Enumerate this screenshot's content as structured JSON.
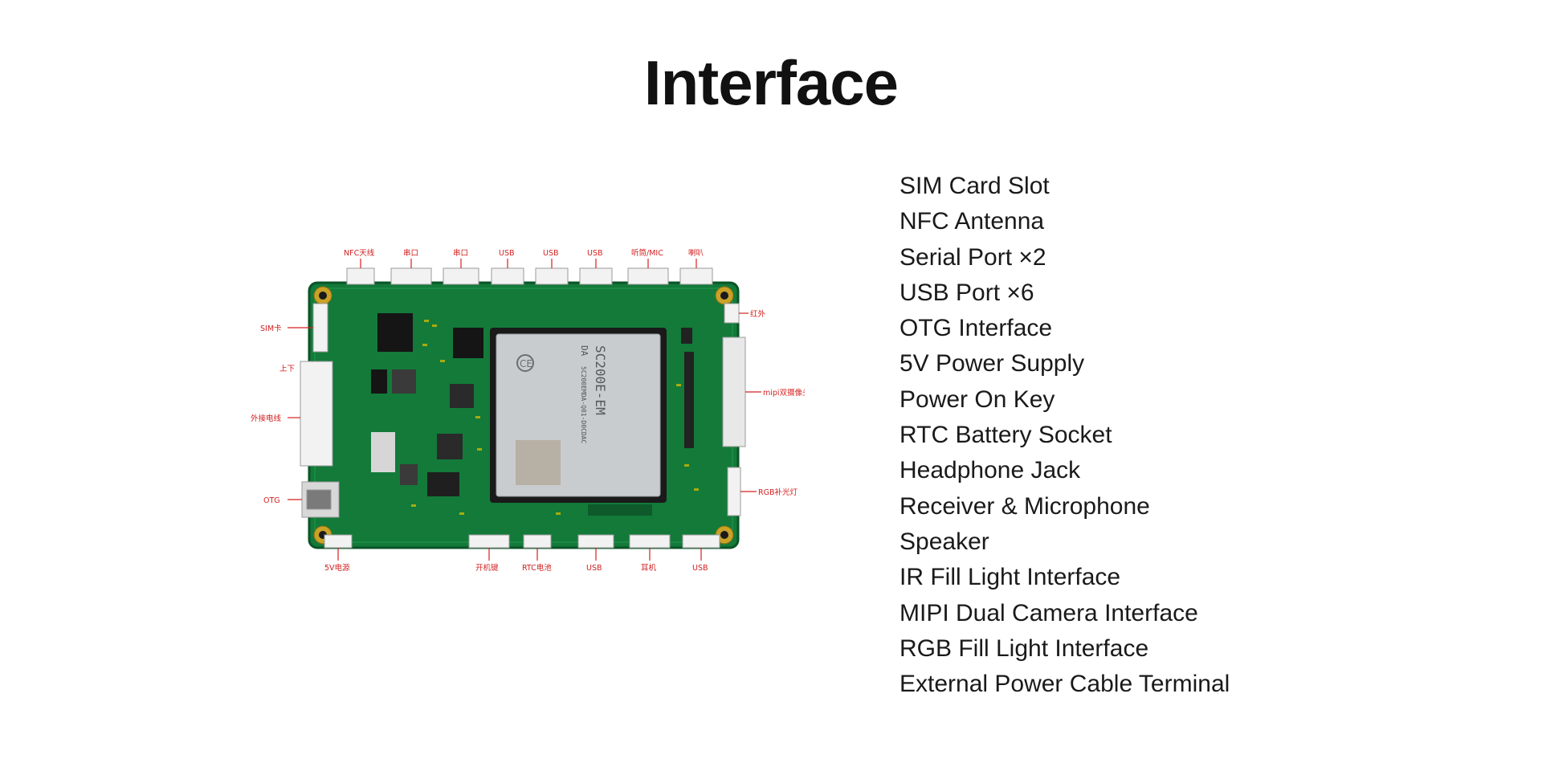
{
  "title": "Interface",
  "specs": [
    "SIM Card Slot",
    "NFC Antenna",
    "Serial Port ×2",
    "USB Port ×6",
    "OTG Interface",
    "5V Power Supply",
    "Power On Key",
    "RTC Battery Socket",
    "Headphone Jack",
    "Receiver & Microphone",
    "Speaker",
    "IR Fill Light Interface",
    "MIPI Dual Camera Interface",
    "RGB Fill Light Interface",
    "External Power Cable Terminal"
  ],
  "board": {
    "module_text": [
      "SC200E-EM",
      "DA",
      "5C200EMDA-Q01-D0CDAC",
      "CE"
    ],
    "labels": {
      "top": [
        "NFC天线",
        "串口",
        "串口",
        "USB",
        "USB",
        "USB",
        "听筒/MIC",
        "喇叭"
      ],
      "left": [
        "SIM卡",
        "上下",
        "外接电线",
        "OTG"
      ],
      "right": [
        "红外",
        "mipi双摄像头",
        "RGB补光灯"
      ],
      "bottom": [
        "5V电源",
        "开机键",
        "RTC电池",
        "USB",
        "耳机",
        "USB"
      ]
    },
    "colors": {
      "pcb": "#137a3a",
      "label": "#d42020"
    }
  }
}
